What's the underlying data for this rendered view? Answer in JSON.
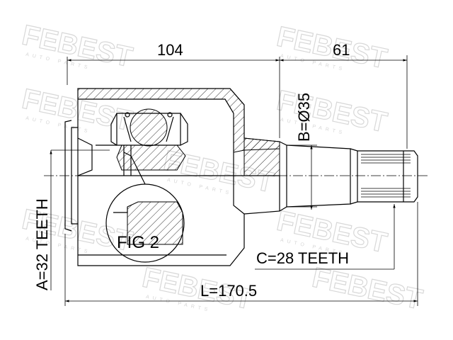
{
  "watermark": {
    "brand": "FEBEST",
    "sub": "AUTO PARTS"
  },
  "dimensions": {
    "top_left": "104",
    "top_right": "61",
    "diameter": "B=Ø35",
    "teeth_left": "A=32 TEETH",
    "teeth_right": "C=28 TEETH",
    "length": "L=170.5"
  },
  "labels": {
    "fig": "FIG 2"
  }
}
